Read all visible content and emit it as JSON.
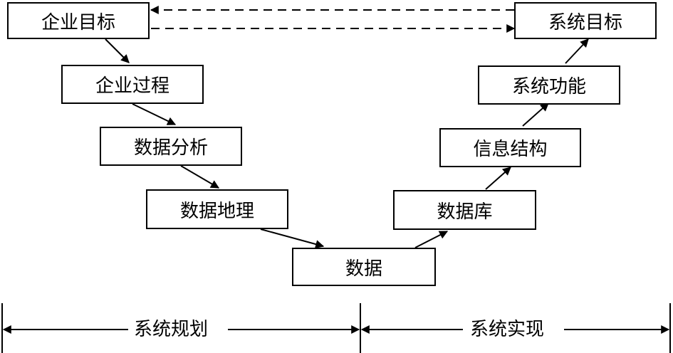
{
  "diagram": {
    "nodes": [
      {
        "id": "enterprise-goal",
        "label": "企业目标"
      },
      {
        "id": "enterprise-process",
        "label": "企业过程"
      },
      {
        "id": "data-analysis",
        "label": "数据分析"
      },
      {
        "id": "data-management",
        "label": "数据地理"
      },
      {
        "id": "data",
        "label": "数据"
      },
      {
        "id": "database",
        "label": "数据库"
      },
      {
        "id": "info-structure",
        "label": "信息结构"
      },
      {
        "id": "system-function",
        "label": "系统功能"
      },
      {
        "id": "system-goal",
        "label": "系统目标"
      }
    ],
    "edges": [
      {
        "from": "enterprise-goal",
        "to": "enterprise-process",
        "style": "solid"
      },
      {
        "from": "enterprise-process",
        "to": "data-analysis",
        "style": "solid"
      },
      {
        "from": "data-analysis",
        "to": "data-management",
        "style": "solid"
      },
      {
        "from": "data-management",
        "to": "data",
        "style": "solid"
      },
      {
        "from": "data",
        "to": "database",
        "style": "solid"
      },
      {
        "from": "database",
        "to": "info-structure",
        "style": "solid"
      },
      {
        "from": "info-structure",
        "to": "system-function",
        "style": "solid"
      },
      {
        "from": "system-function",
        "to": "system-goal",
        "style": "solid"
      },
      {
        "from": "system-goal",
        "to": "enterprise-goal",
        "style": "dashed"
      },
      {
        "from": "enterprise-goal",
        "to": "system-goal",
        "style": "dashed"
      }
    ],
    "phases": {
      "planning": "系统规划",
      "implementation": "系统实现"
    }
  }
}
